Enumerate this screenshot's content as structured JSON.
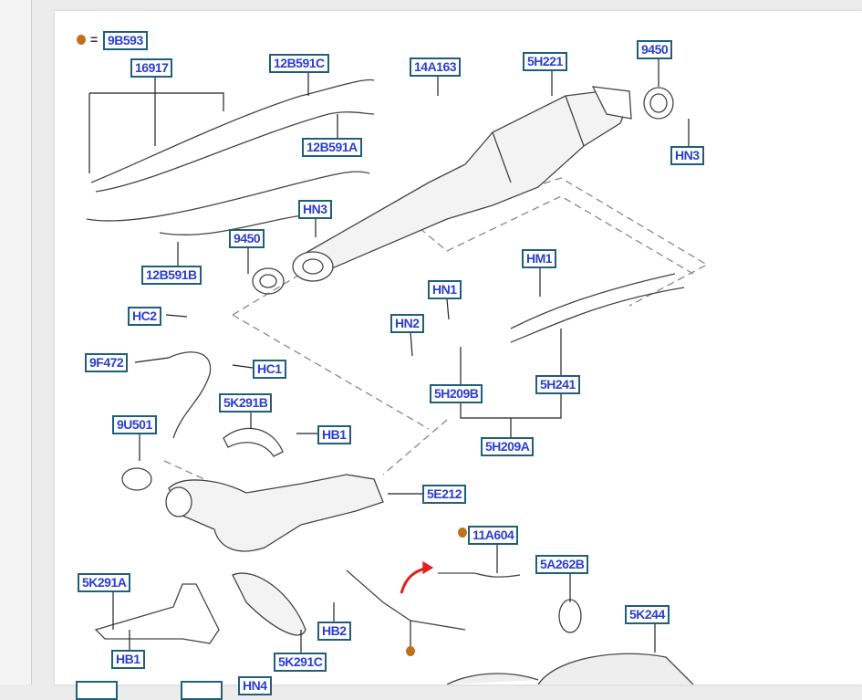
{
  "legend": {
    "symbol": "=",
    "part": "9B593",
    "dot_color": "#c0701a"
  },
  "labels": [
    "16917",
    "12B591C",
    "14A163",
    "5H221",
    "9450",
    "HN3",
    "12B591A",
    "HN3",
    "9450",
    "12B591B",
    "HM1",
    "HN1",
    "HC2",
    "HN2",
    "9F472",
    "HC1",
    "5H241",
    "5H209B",
    "5K291B",
    "9U501",
    "HB1",
    "5H209A",
    "5E212",
    "11A604",
    "5A262B",
    "5K291A",
    "5K244",
    "HB2",
    "HB1",
    "5K291C",
    "HN4"
  ],
  "colors": {
    "label_text": "#2a3fd0",
    "label_border": "#1f5f7a",
    "arrow": "#e02020"
  }
}
